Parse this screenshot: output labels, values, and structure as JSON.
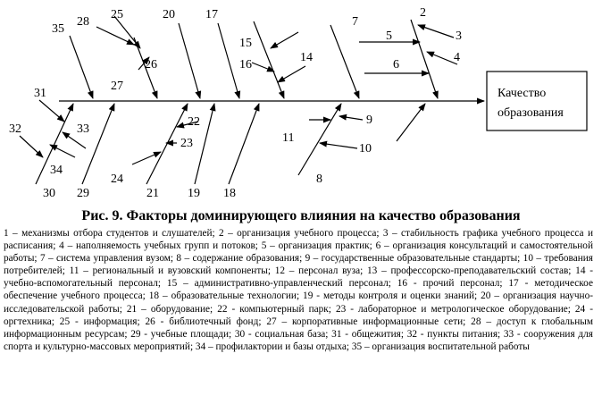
{
  "diagram": {
    "box": {
      "line1": "Качество",
      "line2": "образования"
    },
    "labels": {
      "n2": "2",
      "n3": "3",
      "n4": "4",
      "n5": "5",
      "n6": "6",
      "n7": "7",
      "n8": "8",
      "n9": "9",
      "n10": "10",
      "n11": "11",
      "n14": "14",
      "n15": "15",
      "n16": "16",
      "n17": "17",
      "n18": "18",
      "n19": "19",
      "n20": "20",
      "n21": "21",
      "n22": "22",
      "n23": "23",
      "n24": "24",
      "n25": "25",
      "n26": "26",
      "n27": "27",
      "n28": "28",
      "n29": "29",
      "n30": "30",
      "n31": "31",
      "n32": "32",
      "n33": "33",
      "n34": "34",
      "n35": "35"
    }
  },
  "caption": "Рис. 9. Факторы доминирующего влияния на качество образования",
  "legend": "1 – механизмы отбора студентов и слушателей; 2 – организация учебного процесса; 3 – стабильность графика учебного процесса и расписания; 4 – наполняемость учебных групп и потоков; 5 – организация практик; 6 – организация консультаций и самостоятельной работы; 7 – система управления вузом; 8 – содержание образования; 9 – государственные образовательные стандарты; 10 – требования потребителей; 11 – региональный и вузовский компоненты; 12 – персонал вуза; 13 – профессорско-преподавательский состав; 14 - учебно-вспомогательный персонал; 15 – административно-управленческий персонал; 16 - прочий персонал; 17 - методическое обеспечение учебного процесса; 18 – образовательные технологии; 19 - методы контроля и оценки знаний; 20 – организация научно-исследовательской работы; 21 – оборудование; 22 - компьютерный парк; 23 - лабораторное и метрологическое оборудование; 24 - оргтехника; 25 - информация; 26 - библиотечный фонд; 27 – корпоративные информационные сети; 28 – доступ к глобальным информационным ресурсам; 29 - учебные площади; 30 - социальная база; 31 - общежития; 32 - пункты питания; 33 - сооружения для спорта и культурно-массовых мероприятий; 34 – профилактории и базы отдыха; 35 – организация воспитательной работы"
}
